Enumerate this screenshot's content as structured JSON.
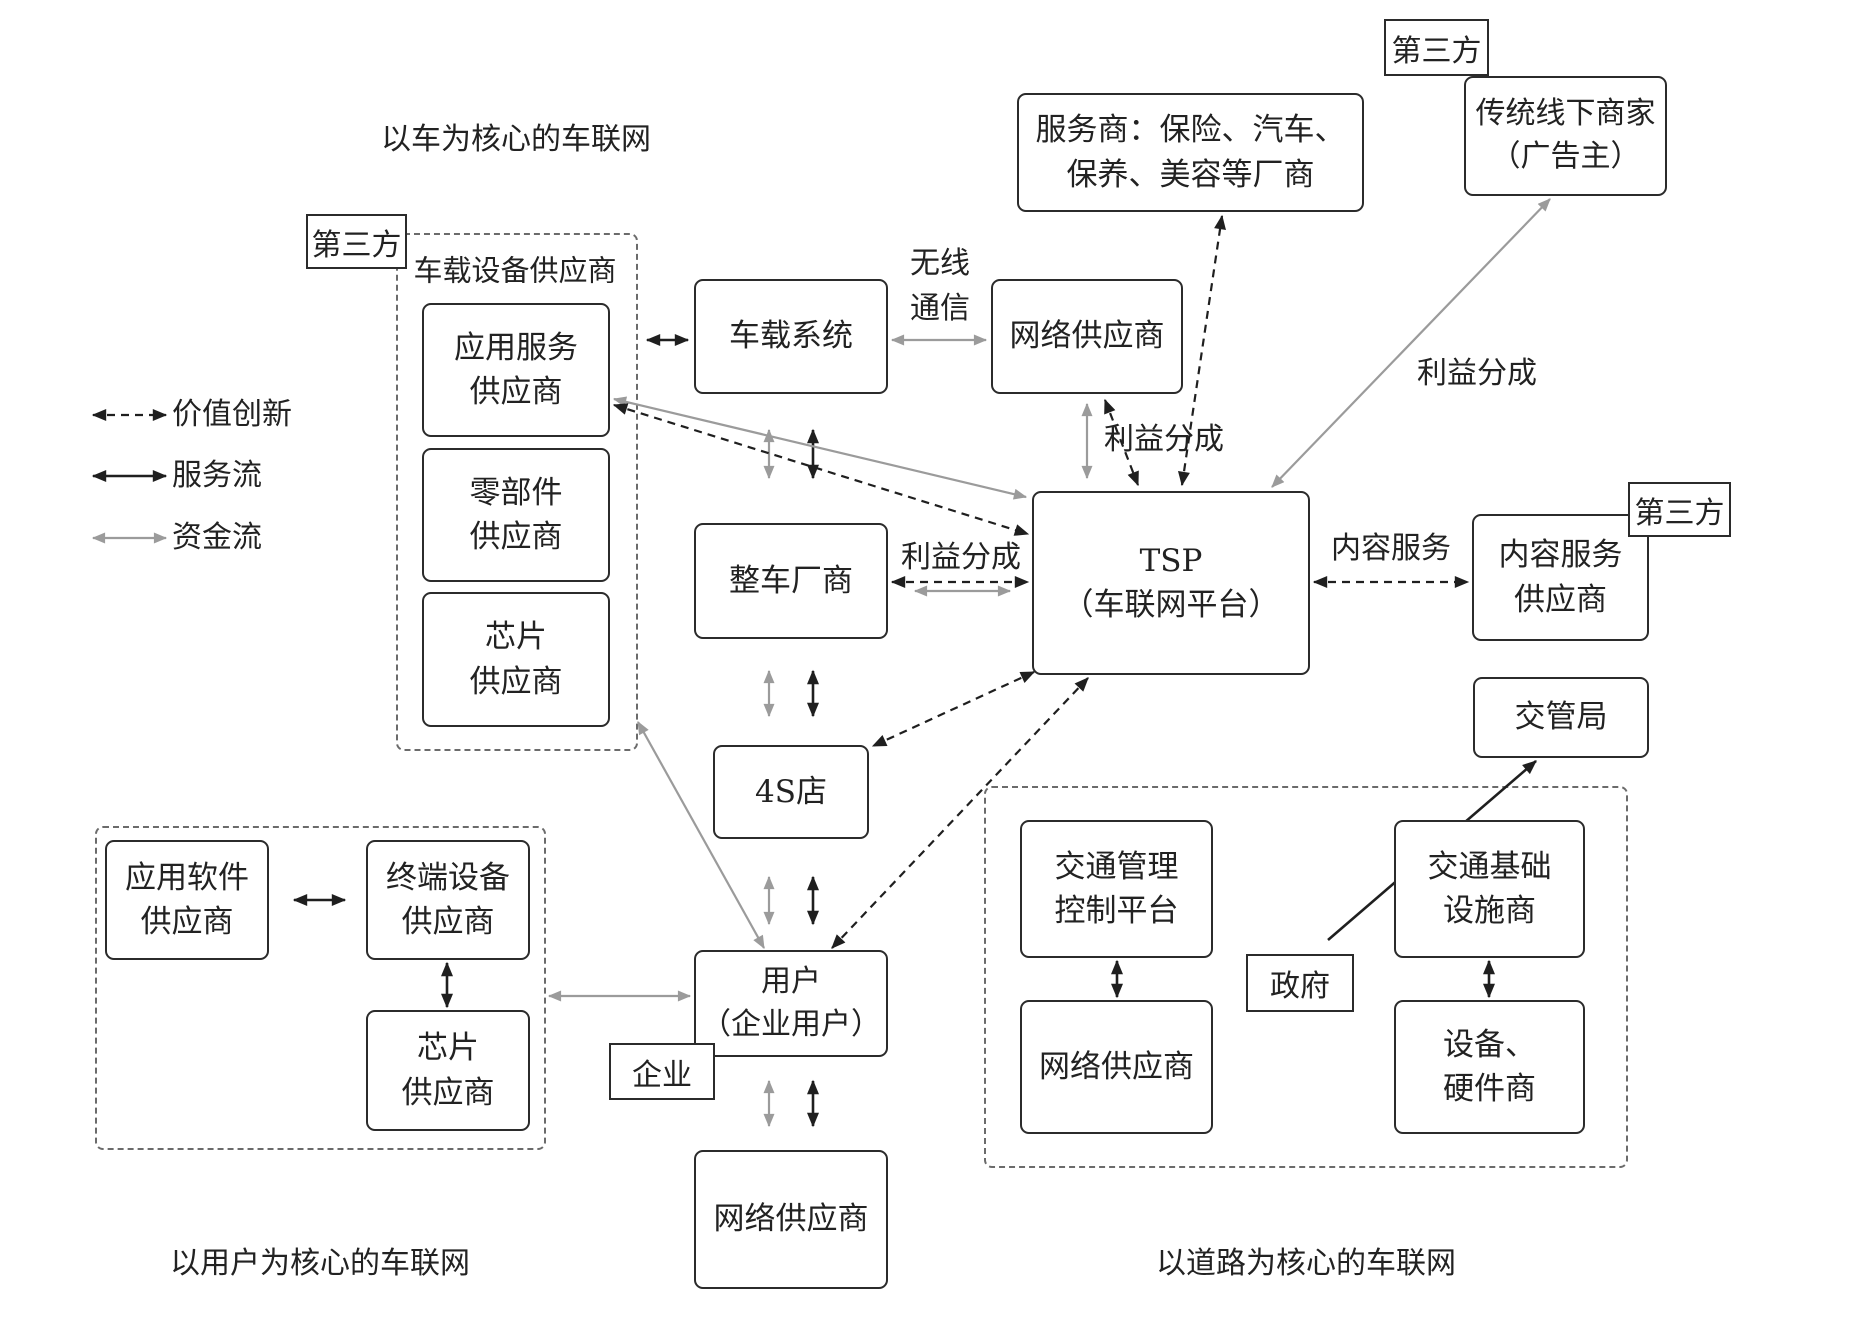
{
  "sections": {
    "vehicle": "以车为核心的车联网",
    "user": "以用户为核心的车联网",
    "road": "以道路为核心的车联网"
  },
  "third_party": "第三方",
  "legend": {
    "value_creation": "价值创新",
    "service_flow": "服务流",
    "fund_flow": "资金流"
  },
  "edge_labels": {
    "wireless": [
      "无线",
      "通信"
    ],
    "revenue_share": "利益分成",
    "content_service": "内容服务"
  },
  "vehicle_group": {
    "title": "车载设备供应商",
    "app_service": [
      "应用服务",
      "供应商"
    ],
    "parts": [
      "零部件",
      "供应商"
    ],
    "chip": [
      "芯片",
      "供应商"
    ]
  },
  "nodes": {
    "vehicle_system": "车载系统",
    "network_supplier": "网络供应商",
    "service_providers": [
      "服务商：保险、汽车、",
      "保养、美容等厂商"
    ],
    "offline_merchants": [
      "传统线下商家",
      "（广告主）"
    ],
    "tsp": [
      "TSP",
      "（车联网平台）"
    ],
    "content_provider": [
      "内容服务",
      "供应商"
    ],
    "oem": "整车厂商",
    "traffic_bureau": "交管局",
    "store_4s": "4S店",
    "user": [
      "用户",
      "（企业用户）"
    ],
    "enterprise": "企业"
  },
  "user_group": {
    "app_software": [
      "应用软件",
      "供应商"
    ],
    "terminal_device": [
      "终端设备",
      "供应商"
    ],
    "chip": [
      "芯片",
      "供应商"
    ]
  },
  "road_group": {
    "traffic_control": [
      "交通管理",
      "控制平台"
    ],
    "government": "政府",
    "traffic_infra": [
      "交通基础",
      "设施商"
    ],
    "equipment": [
      "设备、",
      "硬件商"
    ]
  },
  "colors": {
    "line": "#1f1f1f",
    "fund_flow": "#9b9b9b",
    "border": "#2b2b2b",
    "group_border": "#6b6b6b"
  }
}
